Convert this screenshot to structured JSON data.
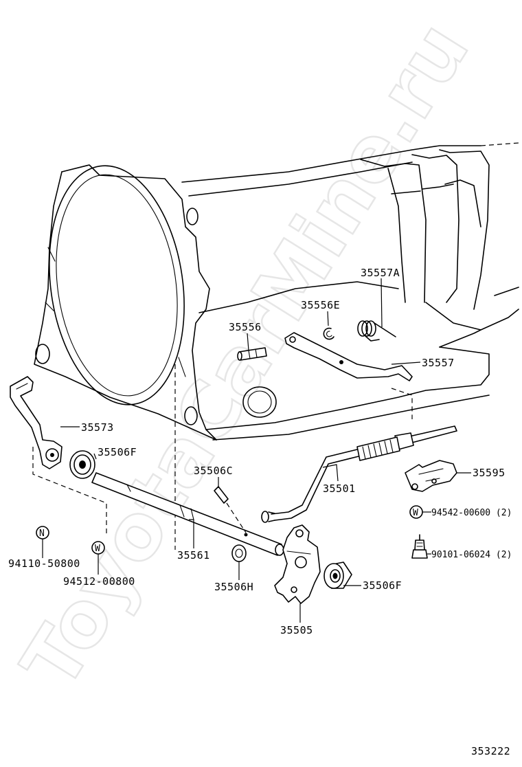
{
  "watermark": "ToyotaCarMine.ru",
  "diagram_id": "353222",
  "symbols": {
    "n": "N",
    "w": "W"
  },
  "parts": {
    "p35557A": "35557A",
    "p35556E": "35556E",
    "p35556": "35556",
    "p35557": "35557",
    "p35573": "35573",
    "p35506F_left": "35506F",
    "p35506C": "35506C",
    "p35501": "35501",
    "p35595": "35595",
    "p94542": "94542-00600 (2)",
    "p90101": "90101-06024 (2)",
    "p94110": "94110-50800",
    "p94512": "94512-00800",
    "p35561": "35561",
    "p35506H": "35506H",
    "p35506F_right": "35506F",
    "p35505": "35505"
  }
}
